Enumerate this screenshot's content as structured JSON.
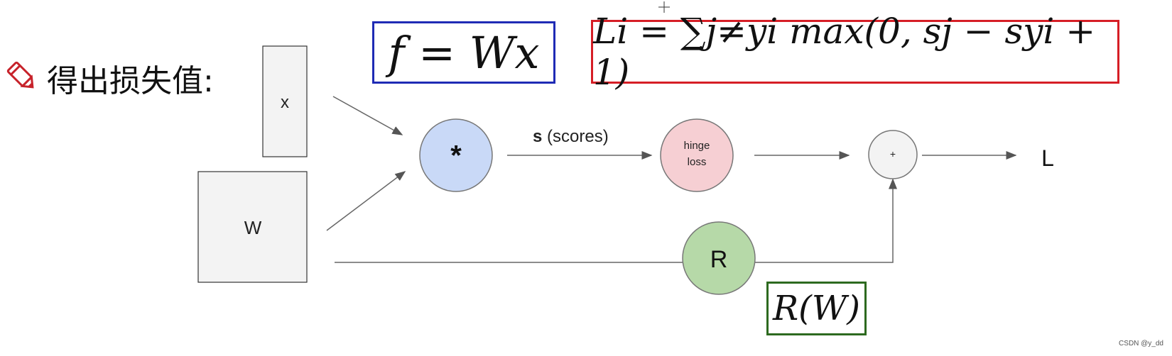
{
  "heading": {
    "text": "得出损失值:",
    "icon": "pencil-icon"
  },
  "formulas": {
    "score": "f = Wx",
    "loss": "Li = ∑j≠yi max(0, sj − syi + 1)",
    "regularization": "R(W)"
  },
  "nodes": {
    "x": "x",
    "W": "W",
    "multiply": "*",
    "hinge_line1": "hinge",
    "hinge_line2": "loss",
    "add": "+",
    "R": "R",
    "L": "L"
  },
  "edge_label": {
    "bold": "s",
    "rest": " (scores)"
  },
  "colors": {
    "multiply_fill": "#c9d9f7",
    "hinge_fill": "#f6cfd3",
    "R_fill": "#b6d9a8",
    "score_border": "#1f2bb5",
    "loss_border": "#d61e26",
    "reg_border": "#2d6a1f",
    "pencil": "#c7232b"
  },
  "watermark": "CSDN @y_dd"
}
